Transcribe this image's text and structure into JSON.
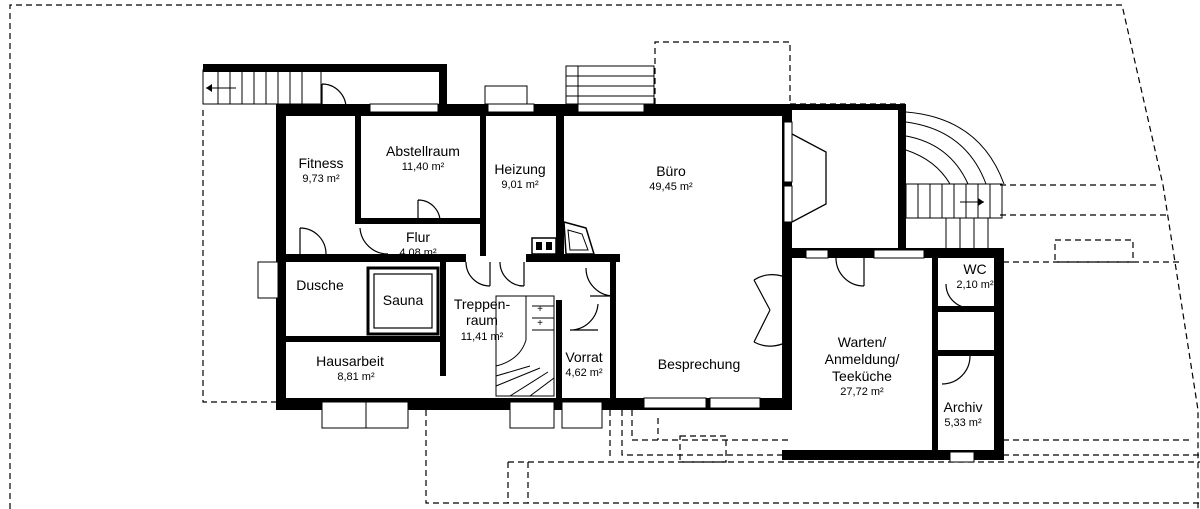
{
  "plan": {
    "rooms": [
      {
        "id": "fitness",
        "name": "Fitness",
        "area": "9,73 m²"
      },
      {
        "id": "abstellraum",
        "name": "Abstellraum",
        "area": "11,40 m²"
      },
      {
        "id": "heizung",
        "name": "Heizung",
        "area": "9,01 m²"
      },
      {
        "id": "buero",
        "name": "Büro",
        "area": "49,45 m²"
      },
      {
        "id": "flur",
        "name": "Flur",
        "area": "4,08 m²"
      },
      {
        "id": "dusche",
        "name": "Dusche",
        "area": ""
      },
      {
        "id": "sauna",
        "name": "Sauna",
        "area": ""
      },
      {
        "id": "treppenraum",
        "name_line1": "Treppen-",
        "name_line2": "raum",
        "area": "11,41 m²"
      },
      {
        "id": "hausarbeit",
        "name": "Hausarbeit",
        "area": "8,81 m²"
      },
      {
        "id": "vorrat",
        "name": "Vorrat",
        "area": "4,62 m²"
      },
      {
        "id": "besprechung",
        "name": "Besprechung",
        "area": ""
      },
      {
        "id": "wc",
        "name": "WC",
        "area": "2,10 m²"
      },
      {
        "id": "warten",
        "name_line1": "Warten/",
        "name_line2": "Anmeldung/",
        "name_line3": "Teeküche",
        "area": "27,72 m²"
      },
      {
        "id": "archiv",
        "name": "Archiv",
        "area": "5,33 m²"
      }
    ]
  }
}
